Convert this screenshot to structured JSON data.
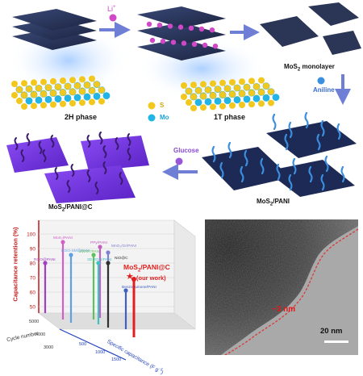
{
  "top": {
    "li_label": "Li",
    "li_sup": "+",
    "monolayer_label": "MoS",
    "monolayer_sub": "2",
    "monolayer_suffix": " monolayer",
    "aniline_label": "Aniline",
    "phase2h_label": "2H phase",
    "phase1t_label": "1T phase",
    "legend_s": "S",
    "legend_mo": "Mo",
    "glucose_label": "Glucose",
    "mospani_label": "MoS",
    "mospani_sub": "2",
    "mospani_suffix": "/PANI",
    "mospanic_label": "MoS",
    "mospanic_sub": "2",
    "mospanic_suffix": "/PANI@C"
  },
  "chart": {
    "ylabel": "Capacitance retention (%)",
    "xlabel": "Cycle number",
    "zlabel": "Specific capacitance (F g",
    "zlabel_sup": "-1",
    "zlabel_end": ")",
    "y_ticks": [
      "100",
      "90",
      "80",
      "70",
      "60",
      "50"
    ],
    "x_ticks": [
      "5000",
      "4000",
      "3000"
    ],
    "z_ticks": [
      "500",
      "1000",
      "1500"
    ],
    "highlight_label": "MoS",
    "highlight_sub": "2",
    "highlight_suffix": "/PANI@C",
    "highlight_note": "(our work)",
    "entries": [
      {
        "label": "MoS₂/PANI",
        "color": "#d060c8"
      },
      {
        "label": "RGO-SM@PANI",
        "color": "#60a0e0"
      },
      {
        "label": "RGO@PANI",
        "color": "#a040c0"
      },
      {
        "label": "SWNT/PANI",
        "color": "#60c060"
      },
      {
        "label": "PPy/PANI",
        "color": "#c060c0"
      },
      {
        "label": "3D RGO/PANI",
        "color": "#40c0c0"
      },
      {
        "label": "MnO₂/Gr/PANI",
        "color": "#8080d0"
      },
      {
        "label": "NiO@C",
        "color": "#303030"
      },
      {
        "label": "Benzoquinone/PANI",
        "color": "#4060c0"
      }
    ]
  },
  "tem": {
    "thickness_label": "~3 nm",
    "scale_label": "20 nm"
  },
  "colors": {
    "arrow": "#6f7fd6",
    "s_atom": "#f2c81e",
    "mo_atom": "#23b4e6",
    "li_ion": "#d048c8",
    "glucose": "#9a55d8",
    "aniline": "#3a8fe0",
    "highlight": "#e02020"
  }
}
